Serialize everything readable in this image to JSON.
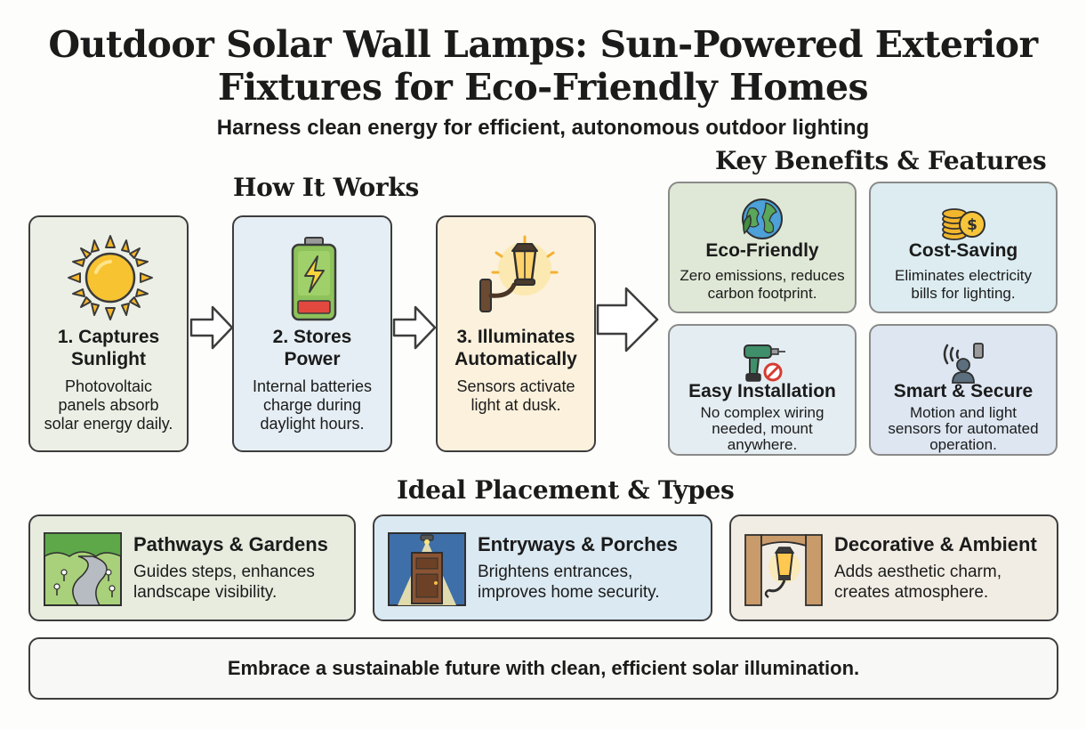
{
  "header": {
    "title_line1": "Outdoor Solar Wall Lamps: Sun-Powered Exterior",
    "title_line2": "Fixtures for Eco-Friendly Homes",
    "subtitle": "Harness clean energy for efficient, autonomous outdoor lighting"
  },
  "how_it_works": {
    "heading": "How It Works",
    "steps": [
      {
        "title_line1": "1. Captures",
        "title_line2": "Sunlight",
        "desc_lines": [
          "Photovoltaic",
          "panels absorb",
          "solar energy daily."
        ],
        "icon": "sun-icon"
      },
      {
        "title_line1": "2. Stores",
        "title_line2": "Power",
        "desc_lines": [
          "Internal batteries",
          "charge during",
          "daylight hours."
        ],
        "icon": "battery-icon"
      },
      {
        "title_line1": "3. Illuminates",
        "title_line2": "Automatically",
        "desc_lines": [
          "Sensors activate",
          "light at dusk."
        ],
        "icon": "wall-lamp-icon"
      }
    ]
  },
  "benefits": {
    "heading": "Key Benefits & Features",
    "items": [
      {
        "title": "Eco-Friendly",
        "desc_lines": [
          "Zero emissions, reduces",
          "carbon footprint."
        ],
        "icon": "globe-icon"
      },
      {
        "title": "Cost-Saving",
        "desc_lines": [
          "Eliminates electricity",
          "bills for lighting."
        ],
        "icon": "coins-icon"
      },
      {
        "title": "Easy Installation",
        "desc_lines": [
          "No complex wiring",
          "needed, mount",
          "anywhere."
        ],
        "icon": "drill-icon"
      },
      {
        "title": "Smart & Secure",
        "desc_lines": [
          "Motion and light",
          "sensors for automated",
          "operation."
        ],
        "icon": "motion-sensor-icon"
      }
    ]
  },
  "placement": {
    "heading": "Ideal Placement & Types",
    "items": [
      {
        "title": "Pathways & Gardens",
        "desc_lines": [
          "Guides steps, enhances",
          "landscape visibility."
        ],
        "icon": "garden-path-icon"
      },
      {
        "title": "Entryways & Porches",
        "desc_lines": [
          "Brightens entrances,",
          "improves home security."
        ],
        "icon": "front-door-icon"
      },
      {
        "title": "Decorative & Ambient",
        "desc_lines": [
          "Adds aesthetic charm,",
          "creates atmosphere."
        ],
        "icon": "lantern-icon"
      }
    ]
  },
  "footer": {
    "text": "Embrace a sustainable future with clean, efficient solar illumination."
  },
  "colors": {
    "step1_bg": "#ecefe5",
    "step2_bg": "#e5eef4",
    "step3_bg": "#fbf1dd",
    "eco_bg": "#dfe8d6",
    "cost_bg": "#dcecf0",
    "install_bg": "#e4edf2",
    "smart_bg": "#dde6f1",
    "place1_bg": "#e7ecdf",
    "place2_bg": "#dbe9f2",
    "place3_bg": "#f1ede4"
  }
}
